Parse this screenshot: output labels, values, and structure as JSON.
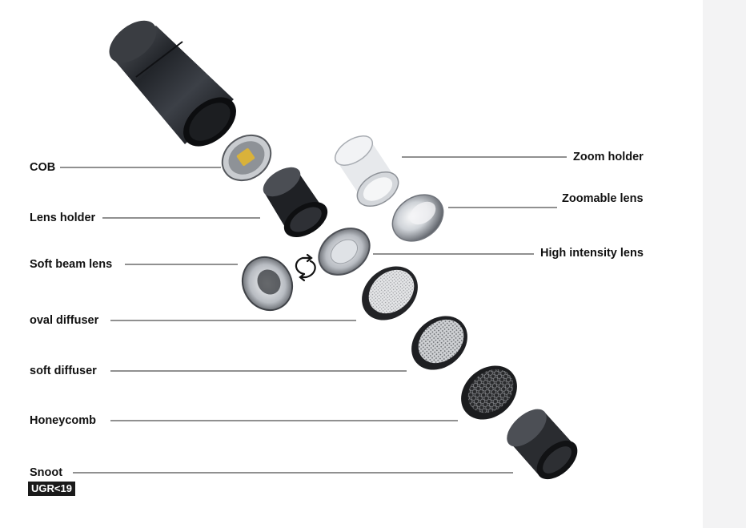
{
  "labels": {
    "cob": "COB",
    "lens_holder": "Lens holder",
    "soft_beam_lens": "Soft beam lens",
    "oval_diffuser": "oval diffuser",
    "soft_diffuser": "soft diffuser",
    "honeycomb": "Honeycomb",
    "snoot": "Snoot",
    "zoom_holder": "Zoom holder",
    "zoomable_lens": "Zoomable lens",
    "high_intensity_lens": "High intensity lens"
  },
  "badge": "UGR<19",
  "swap_icon": "swap-arrows-icon"
}
